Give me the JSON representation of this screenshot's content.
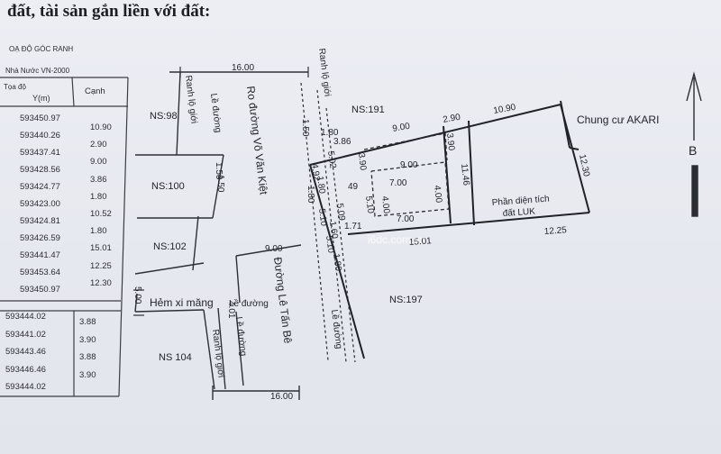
{
  "heading": "đất, tài sản gắn liền với đất:",
  "table": {
    "title_line1": "OẠ ĐỘ GÓC RANH",
    "title_line2": "Nhà Nước VN-2000",
    "col_coord": "Tọa độ",
    "col_y": "Y(m)",
    "col_edge": "Cạnh",
    "y_values": [
      "593450.97",
      "593440.26",
      "593437.41",
      "593428.56",
      "593424.77",
      "593423.00",
      "593424.81",
      "593426.59",
      "593441.47",
      "593453.64",
      "593450.97"
    ],
    "edge_values": [
      "10.90",
      "2.90",
      "9.00",
      "3.86",
      "1.80",
      "10.52",
      "1.80",
      "15.01",
      "12.25",
      "12.30"
    ],
    "y_values_2": [
      "593444.02",
      "593441.02",
      "593443.46",
      "593446.46",
      "593444.02"
    ],
    "edge_values_2": [
      "3.88",
      "3.90",
      "3.88",
      "3.90"
    ]
  },
  "plan": {
    "dims": [
      "16.00",
      "16.00",
      "10.90",
      "9.00",
      "2.90",
      "12.30",
      "3.86",
      "9.00",
      "7.00",
      "7.00",
      "4.00",
      "4.00",
      "3.90",
      "3.90",
      "11.46",
      "12.25",
      "15.01",
      "9.00",
      "5.00",
      "4.01",
      "1.80",
      "1.80",
      "1.50",
      "1.50",
      "1.50",
      "4.92",
      "5.02",
      "5.10",
      "5.09",
      "5.10",
      "5.10",
      "1.80",
      "1.80",
      "1.60",
      "1.71",
      "49"
    ],
    "lots": [
      "NS:98",
      "NS:100",
      "NS:102",
      "NS 104",
      "NS:191",
      "NS:197"
    ],
    "streets": [
      "Ro đường Võ Văn Kiệt",
      "Đường Lê Tấn Bê",
      "Hẻm xi măng",
      "Chung cư AKARI"
    ],
    "roadside": [
      "Lề đường",
      "Lề đường",
      "Lề đường",
      "Lề đường"
    ],
    "boundary": [
      "Ranh lộ giới",
      "Ranh lộ giới",
      "Ranh lộ giới"
    ],
    "area_note_1": "Phần diện tích",
    "area_note_2": "đất LUK",
    "north": "B",
    "watermark": "i6dc.com.vn"
  },
  "colors": {
    "ink": "#22252b",
    "paper": "#e9ebf1"
  }
}
